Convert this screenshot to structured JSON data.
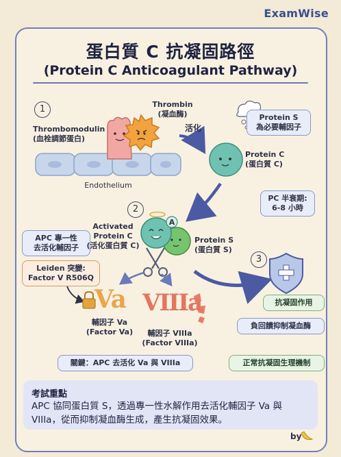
{
  "brand": "ExamWise",
  "title_zh": "蛋白質 C 抗凝固路徑",
  "title_en": "(Protein C Anticoagulant Pathway)",
  "steps": [
    "1",
    "2",
    "3"
  ],
  "labels": {
    "thrombomodulin": "Thrombomodulin\n(血栓調節蛋白)",
    "thrombin": "Thrombin\n(凝血酶)",
    "activation": "活化",
    "protein_s_top": "Protein S\n為必要輔因子",
    "protein_c": "Protein C\n(蛋白質 C)",
    "endothelium": "Endothelium",
    "half_life": "PC 半衰期:\n6-8 小時",
    "apc_specific": "APC 專一性\n去活化輔因子",
    "activated_pc": "Activated\nProtein C\n(活化蛋白質 C)",
    "protein_s": "Protein S\n(蛋白質 S)",
    "apc_badge": "A",
    "leiden": "Leiden 突變:\nFactor V R506Q",
    "va_glyph": "Va",
    "viiia_glyph": "VIIIa",
    "factor_va": "輔因子 Va\n(Factor Va)",
    "factor_viiia": "輔因子 VIIIa\n(Factor VIIIa)",
    "key": "關鍵：APC 去活化 Va 與 VIIIa",
    "anticoag": "抗凝固作用",
    "feedback": "負回饋抑制凝血酶",
    "normal": "正常抗凝固生理機制"
  },
  "exam": {
    "heading": "考試重點",
    "body": "APC 協同蛋白質 S，透過專一性水解作用去活化輔因子 Va 與 VIIIa，從而抑制凝血酶生成，產生抗凝固效果。"
  },
  "by": "by"
}
